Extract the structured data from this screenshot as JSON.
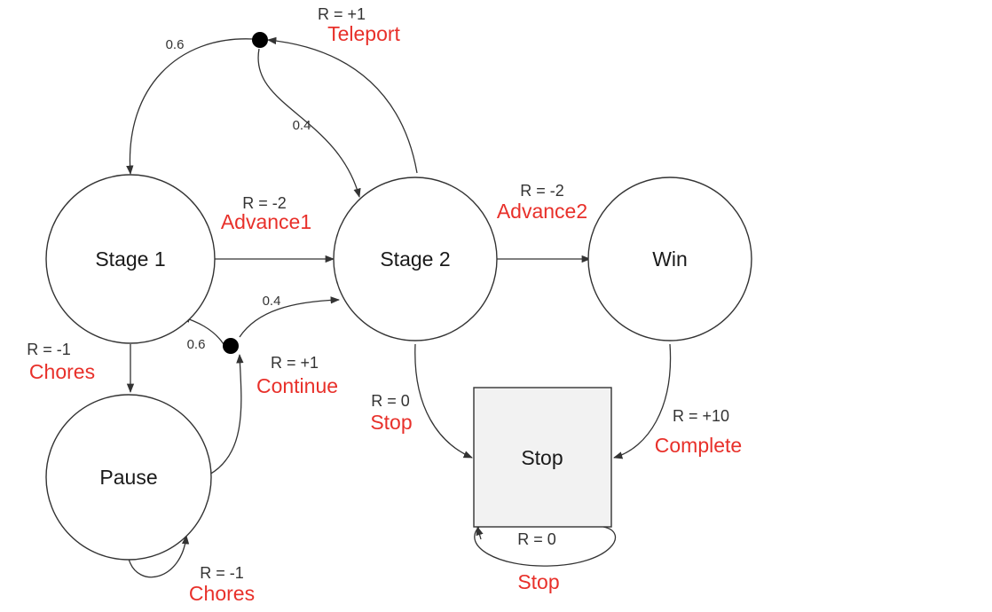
{
  "states": {
    "stage1": "Stage 1",
    "stage2": "Stage 2",
    "win": "Win",
    "pause": "Pause",
    "stop": "Stop"
  },
  "transitions": {
    "teleport": {
      "reward": "R = +1",
      "action": "Teleport",
      "prob_to_stage1": "0.6",
      "prob_to_stage2": "0.4"
    },
    "advance1": {
      "reward": "R = -2",
      "action": "Advance1"
    },
    "advance2": {
      "reward": "R = -2",
      "action": "Advance2"
    },
    "chores_stage1": {
      "reward": "R = -1",
      "action": "Chores"
    },
    "continue": {
      "reward": "R = +1",
      "action": "Continue",
      "prob_to_stage1": "0.6",
      "prob_to_stage2": "0.4"
    },
    "stop_stage2": {
      "reward": "R = 0",
      "action": "Stop"
    },
    "complete": {
      "reward": "R = +10",
      "action": "Complete"
    },
    "chores_pause": {
      "reward": "R = -1",
      "action": "Chores"
    },
    "stop_loop": {
      "reward": "R = 0",
      "action": "Stop"
    }
  },
  "colors": {
    "action_text": "#e8302a",
    "stroke": "#333333",
    "stop_fill": "#f2f2f2"
  }
}
